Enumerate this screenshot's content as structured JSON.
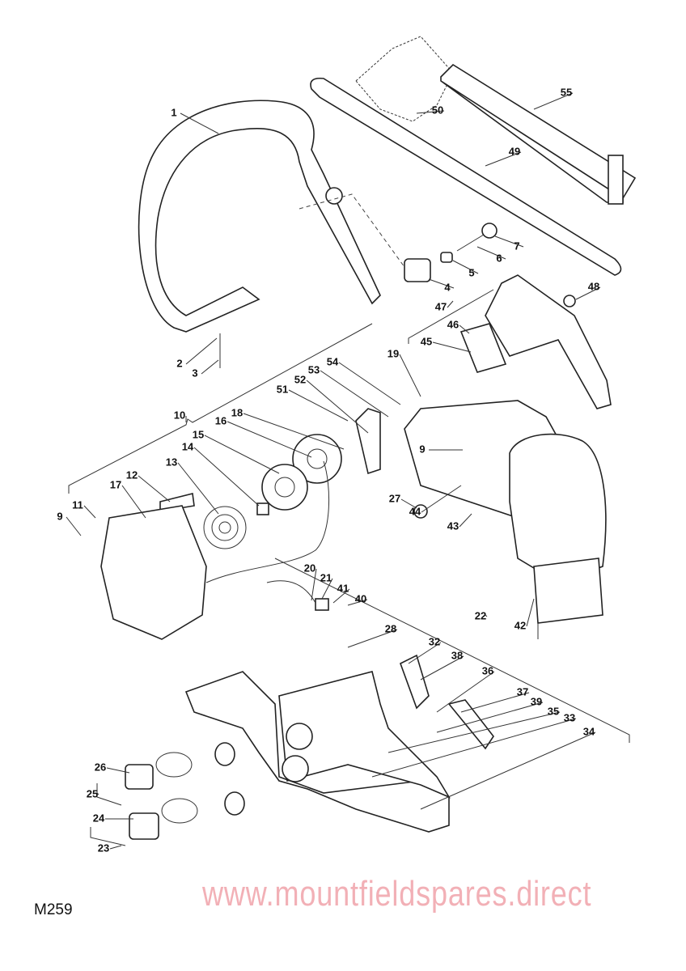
{
  "diagram_code": "M259",
  "watermark": "www.mountfieldspares.direct",
  "part_labels": [
    "1",
    "55",
    "50",
    "49",
    "7",
    "6",
    "5",
    "4",
    "48",
    "47",
    "46",
    "45",
    "2",
    "3",
    "19",
    "54",
    "53",
    "52",
    "51",
    "10",
    "18",
    "16",
    "15",
    "14",
    "13",
    "12",
    "17",
    "11",
    "9",
    "9",
    "27",
    "44",
    "43",
    "20",
    "21",
    "41",
    "40",
    "42",
    "22",
    "28",
    "32",
    "38",
    "36",
    "37",
    "39",
    "35",
    "33",
    "34",
    "26",
    "25",
    "24",
    "23"
  ]
}
